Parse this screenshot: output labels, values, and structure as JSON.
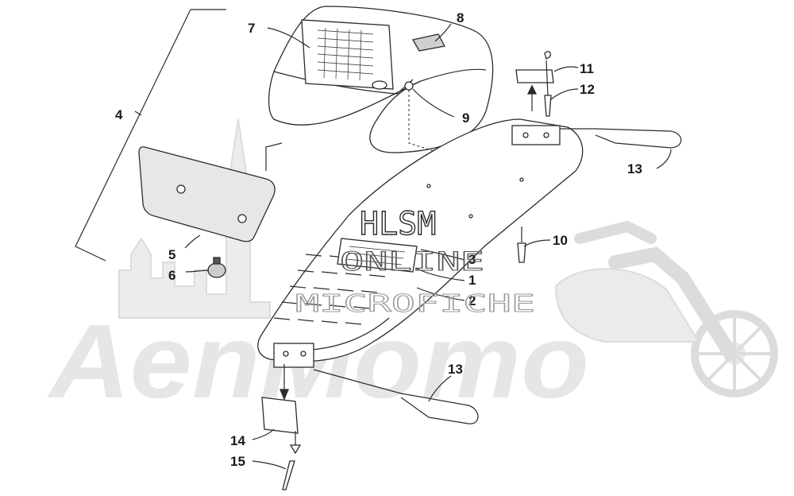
{
  "watermark": {
    "brand": "AenMomo",
    "hlsm": "HLSM",
    "online": "ONLINE",
    "microfiche": "MICROFICHE"
  },
  "callouts": [
    "1",
    "2",
    "3",
    "4",
    "5",
    "6",
    "7",
    "8",
    "9",
    "10",
    "11",
    "12",
    "13",
    "13",
    "14",
    "15"
  ]
}
